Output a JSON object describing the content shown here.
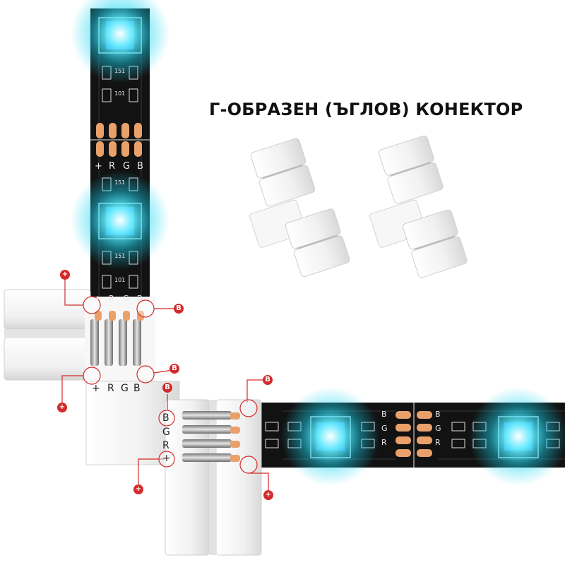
{
  "title": "Г-ОБРАЗЕН (ЪГЛОВ) КОНЕКТОР",
  "colors": {
    "strip": "#121212",
    "led_glow": "#19d6f2",
    "led_chip": "#2b6fe0",
    "copper_pad": "#e9a06a",
    "connector_white": "#f4f4f4",
    "marker_red": "#d42a2a"
  },
  "strip_labels": {
    "vertical_top": [
      "+",
      "R",
      "G",
      "B"
    ],
    "vertical_lower": [
      "+",
      "R",
      "G",
      "B"
    ],
    "horizontal_right_a": [
      "B",
      "G",
      "R"
    ],
    "horizontal_right_b": [
      "B",
      "G",
      "R"
    ]
  },
  "component_codes": [
    "151",
    "101"
  ],
  "connector_labels": {
    "bottom_row": [
      "+",
      "R",
      "G",
      "B"
    ],
    "side_column": [
      "B",
      "G",
      "R",
      "+"
    ]
  },
  "callouts": {
    "plus": "+",
    "b": "B"
  }
}
